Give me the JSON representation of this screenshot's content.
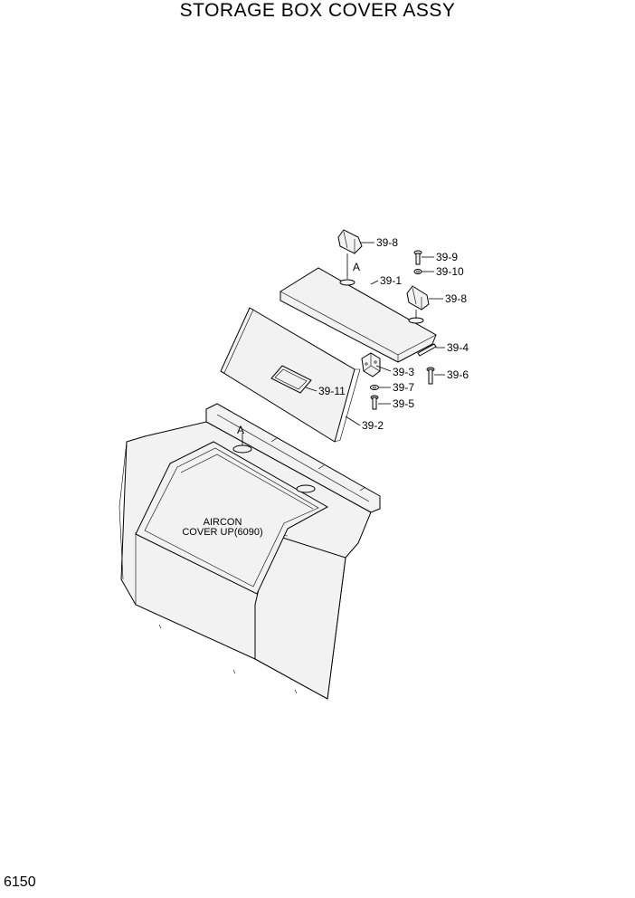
{
  "title": "STORAGE BOX COVER ASSY",
  "page_number": "6150",
  "reference_marks": [
    "A",
    "A"
  ],
  "note": {
    "line1": "AIRCON",
    "line2": "COVER UP(6090)"
  },
  "callouts": [
    "39-8",
    "39-9",
    "39-10",
    "39-1",
    "39-8",
    "39-4",
    "39-3",
    "39-6",
    "39-7",
    "39-11",
    "39-5",
    "39-2"
  ]
}
